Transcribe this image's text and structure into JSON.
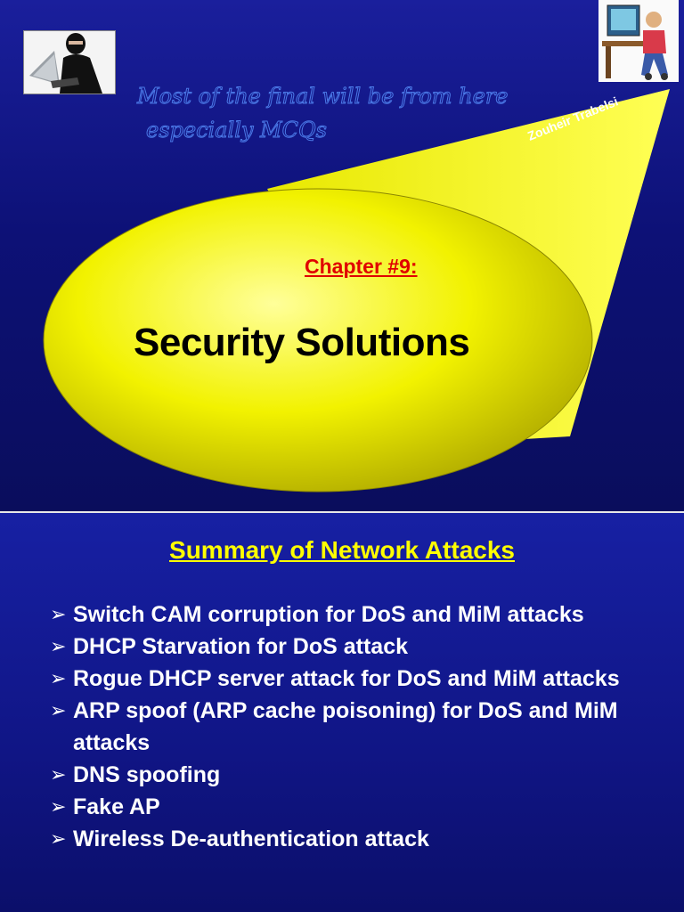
{
  "slide1": {
    "handwritten_note": {
      "line1": "Most of the final will be from here",
      "line2": "especially MCQs"
    },
    "author": "Zouheir Trabelsi",
    "chapter": "Chapter #9:",
    "title": "Security Solutions",
    "colors": {
      "spotlight": "#f5f500",
      "chapter": "#e00000",
      "background": "#0d1177"
    },
    "images": [
      "hacker-with-laptop",
      "person-at-computer"
    ]
  },
  "slide2": {
    "title": "Summary of Network Attacks",
    "bullet_glyph": "➢",
    "items": [
      "Switch CAM corruption for DoS and MiM attacks",
      "DHCP Starvation for DoS attack",
      "Rogue DHCP server attack for DoS and MiM attacks",
      "ARP spoof (ARP cache poisoning) for DoS and MiM attacks",
      "DNS spoofing",
      "Fake AP",
      "Wireless De-authentication attack"
    ],
    "colors": {
      "title": "#ffff00",
      "text": "#ffffff"
    }
  }
}
